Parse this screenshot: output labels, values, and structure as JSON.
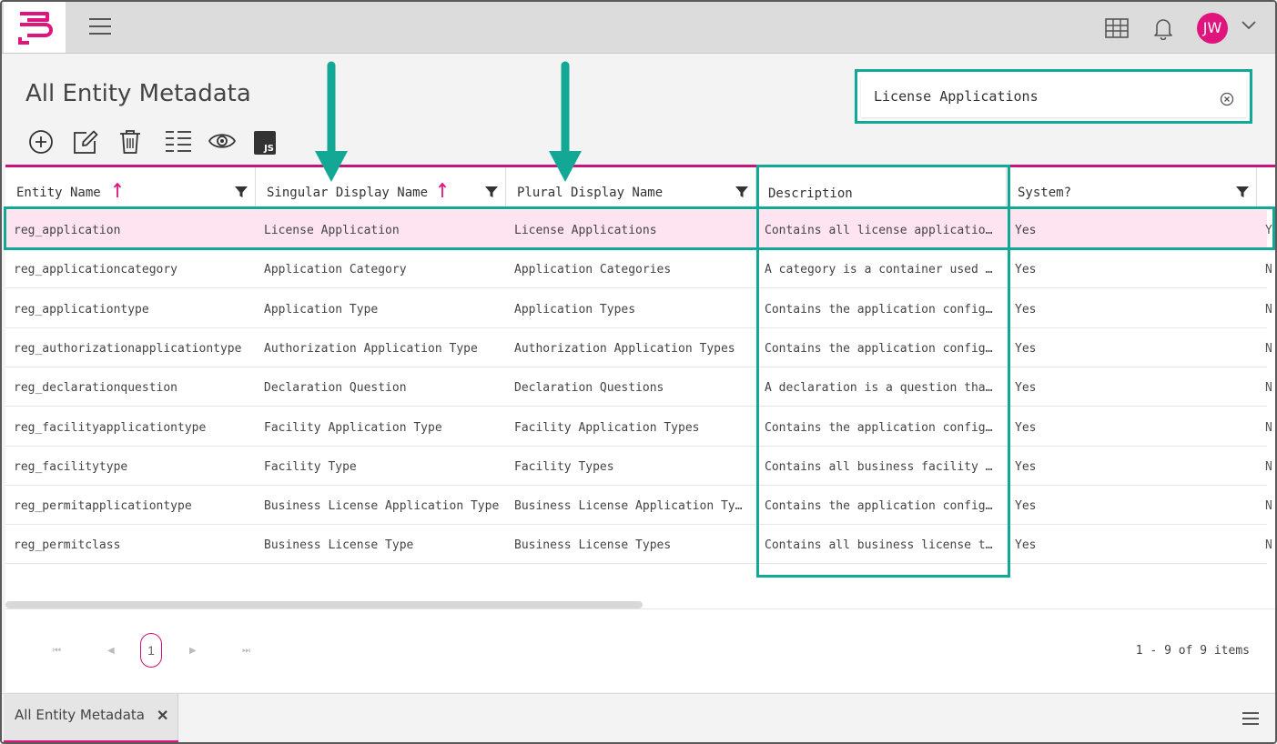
{
  "header": {
    "avatar_initials": "JW"
  },
  "page": {
    "title": "All Entity Metadata"
  },
  "search": {
    "value": "License Applications"
  },
  "toolbar": {
    "icons": [
      "add-icon",
      "edit-icon",
      "delete-icon",
      "columns-icon",
      "view-icon",
      "js-icon"
    ],
    "js_badge": "JS"
  },
  "grid": {
    "columns": [
      {
        "label": "Entity Name",
        "sorted": true,
        "filter": true
      },
      {
        "label": "Singular Display Name",
        "sorted": true,
        "filter": true
      },
      {
        "label": "Plural Display Name",
        "sorted": false,
        "filter": true
      },
      {
        "label": "Description",
        "sorted": false,
        "filter": false
      },
      {
        "label": "System?",
        "sorted": false,
        "filter": true
      }
    ],
    "rows": [
      {
        "entity": "reg_application",
        "singular": "License Application",
        "plural": "License Applications",
        "description": "Contains all license applications submitted by the public.",
        "system": "Yes",
        "next": "Y"
      },
      {
        "entity": "reg_applicationcategory",
        "singular": "Application Category",
        "plural": "Application Categories",
        "description": "A category is a container used to group application types.",
        "system": "Yes",
        "next": "N"
      },
      {
        "entity": "reg_applicationtype",
        "singular": "Application Type",
        "plural": "Application Types",
        "description": "Contains the application configuration.",
        "system": "Yes",
        "next": "N"
      },
      {
        "entity": "reg_authorizationapplicationtype",
        "singular": "Authorization Application Type",
        "plural": "Authorization Application Types",
        "description": "Contains the application configuration.",
        "system": "Yes",
        "next": "N"
      },
      {
        "entity": "reg_declarationquestion",
        "singular": "Declaration Question",
        "plural": "Declaration Questions",
        "description": "A declaration is a question that the applicant must answer.",
        "system": "Yes",
        "next": "N"
      },
      {
        "entity": "reg_facilityapplicationtype",
        "singular": "Facility Application Type",
        "plural": "Facility Application Types",
        "description": "Contains the application configuration.",
        "system": "Yes",
        "next": "N"
      },
      {
        "entity": "reg_facilitytype",
        "singular": "Facility Type",
        "plural": "Facility Types",
        "description": "Contains all business facility license types.",
        "system": "Yes",
        "next": "N"
      },
      {
        "entity": "reg_permitapplicationtype",
        "singular": "Business License Application Type",
        "plural": "Business License Application Types",
        "description": "Contains the application configuration.",
        "system": "Yes",
        "next": "N"
      },
      {
        "entity": "reg_permitclass",
        "singular": "Business License Type",
        "plural": "Business License Types",
        "description": "Contains all business license types.",
        "system": "Yes",
        "next": "N"
      }
    ]
  },
  "pager": {
    "current_page": "1",
    "info": "1 - 9 of 9 items"
  },
  "tabs": [
    {
      "label": "All Entity Metadata",
      "close": "✕"
    }
  ],
  "colors": {
    "accent": "#e0147d",
    "highlight": "#13a895",
    "selected_row": "#fde4f0"
  }
}
